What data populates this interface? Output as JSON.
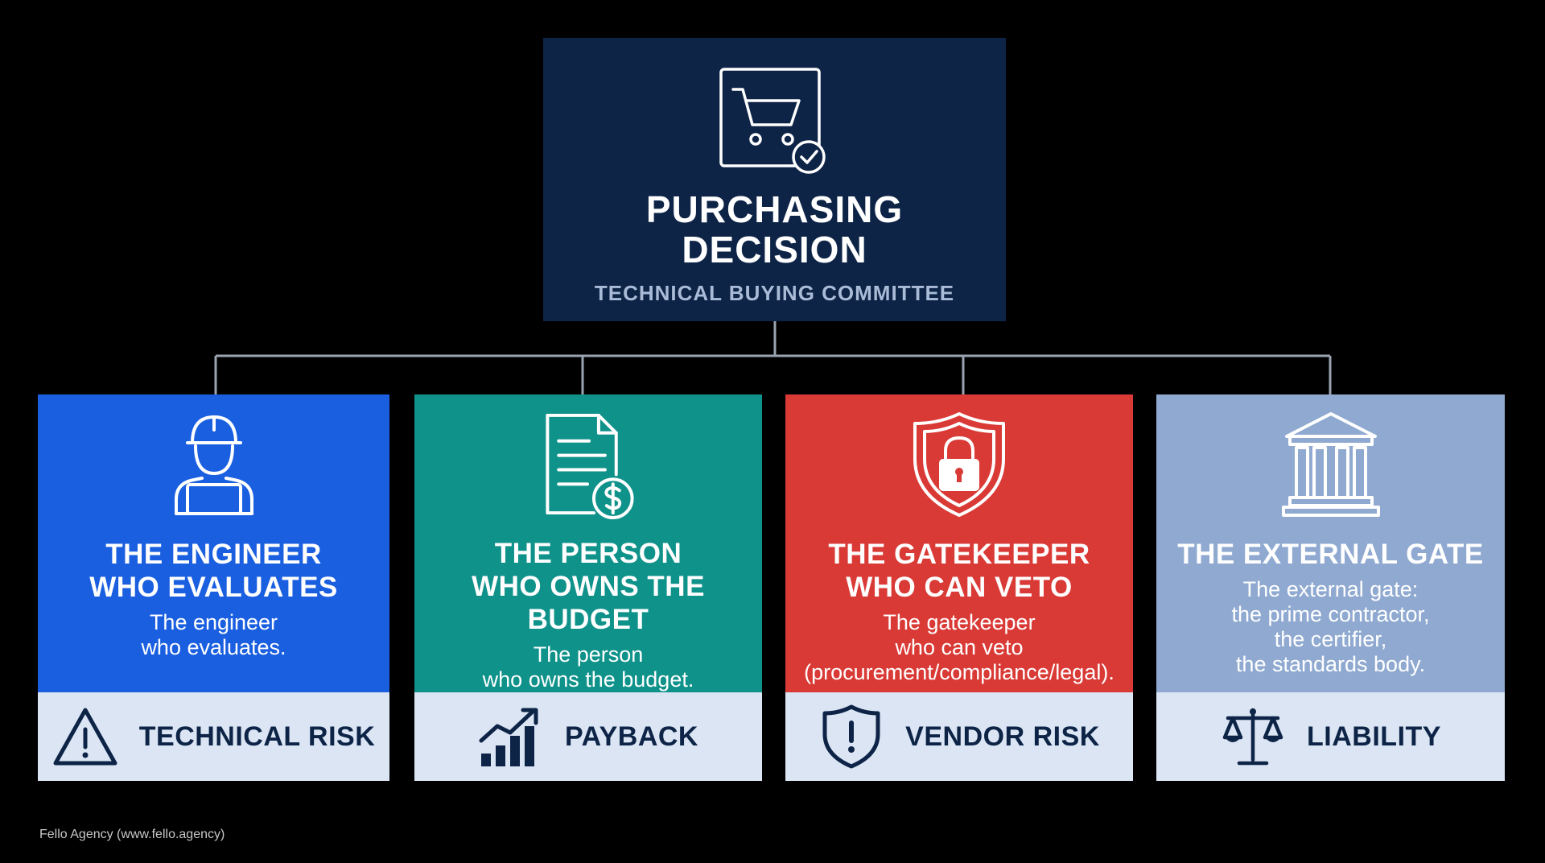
{
  "root": {
    "title": "PURCHASING\nDECISION",
    "subtitle": "TECHNICAL BUYING COMMITTEE",
    "icon": "shopping-cart-check-icon",
    "color": "#0d2447"
  },
  "cards": [
    {
      "title": "THE ENGINEER\nWHO EVALUATES",
      "description": "The engineer\nwho evaluates.",
      "icon": "engineer-icon",
      "risk_label": "TECHNICAL RISK",
      "risk_icon": "warning-triangle-icon",
      "color": "#1a5fe0"
    },
    {
      "title": "THE PERSON\nWHO OWNS THE BUDGET",
      "description": "The person\nwho owns the budget.",
      "icon": "invoice-dollar-icon",
      "risk_label": "PAYBACK",
      "risk_icon": "growth-chart-icon",
      "color": "#0f928a"
    },
    {
      "title": "THE GATEKEEPER\nWHO CAN VETO",
      "description": "The gatekeeper\nwho can veto\n(procurement/compliance/legal).",
      "icon": "shield-lock-icon",
      "risk_label": "VENDOR RISK",
      "risk_icon": "shield-alert-icon",
      "color": "#d93a36"
    },
    {
      "title": "THE EXTERNAL GATE",
      "description": "The external gate:\nthe prime contractor,\nthe certifier,\nthe standards body.",
      "icon": "institution-icon",
      "risk_label": "LIABILITY",
      "risk_icon": "scales-icon",
      "color": "#8fa9d0"
    }
  ],
  "footer": "Fello Agency (www.fello.agency)"
}
